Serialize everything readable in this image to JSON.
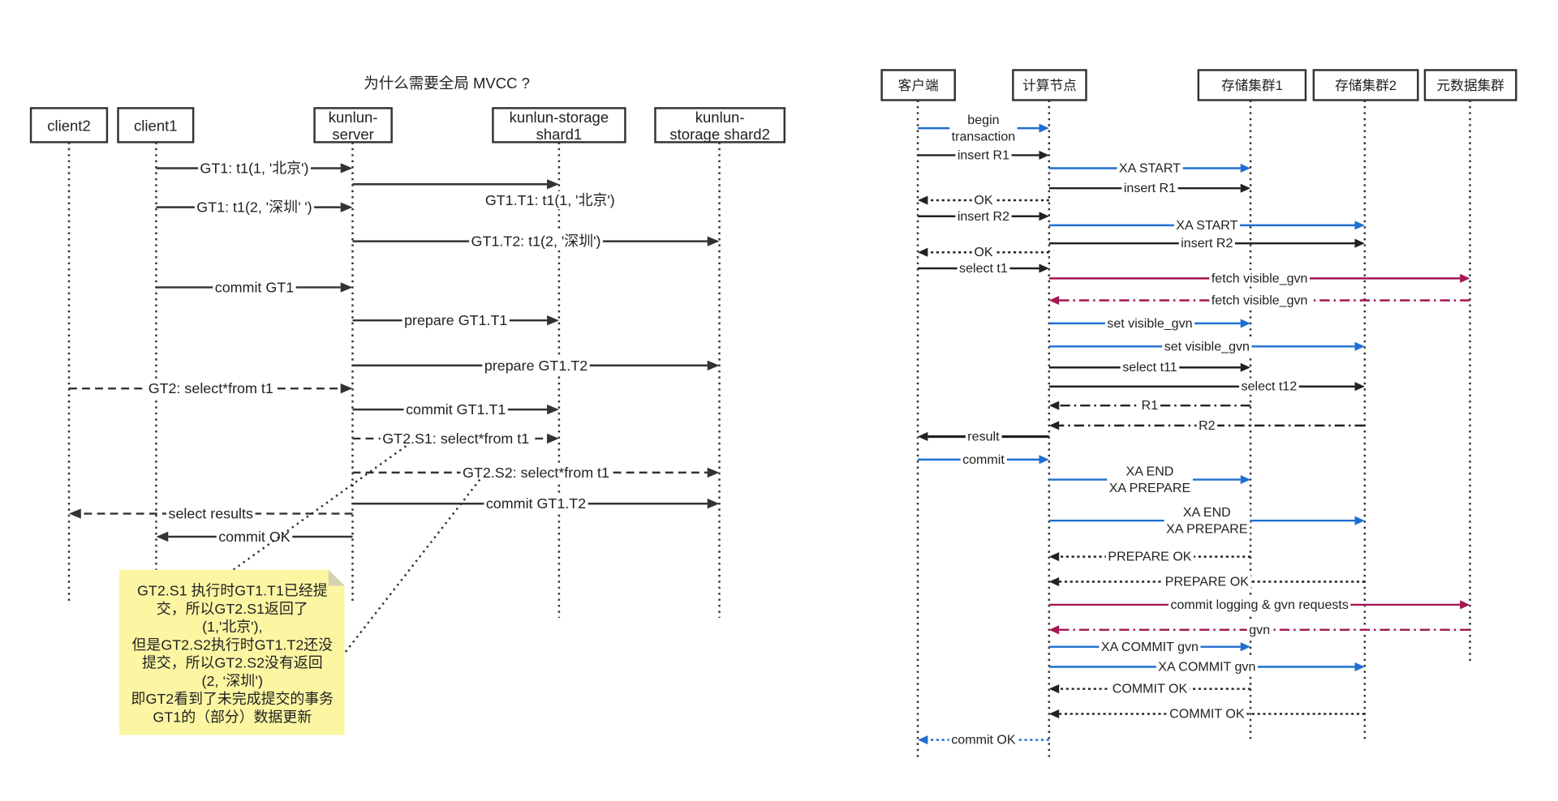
{
  "left_diagram": {
    "title": "为什么需要全局 MVCC ?",
    "line_color": "#333333",
    "participants": [
      {
        "label": [
          "client2"
        ]
      },
      {
        "label": [
          "client1"
        ]
      },
      {
        "label": [
          "kunlun-",
          "server"
        ]
      },
      {
        "label": [
          "kunlun-storage",
          "shard1"
        ]
      },
      {
        "label": [
          "kunlun-",
          "storage shard2"
        ]
      }
    ],
    "messages": [
      {
        "from": 1,
        "to": 2,
        "label": [
          "GT1: t1(1, '北京')"
        ]
      },
      {
        "from": 2,
        "to": 3,
        "label": [
          "GT1.T1: t1(1, '北京')"
        ]
      },
      {
        "from": 1,
        "to": 2,
        "label": [
          "GT1: t1(2, '深圳’  ')"
        ]
      },
      {
        "from": 2,
        "to": 4,
        "label": [
          "GT1.T2: t1(2, '深圳')"
        ]
      },
      {
        "from": 1,
        "to": 2,
        "label": [
          "commit GT1"
        ]
      },
      {
        "from": 2,
        "to": 3,
        "label": [
          "prepare GT1.T1"
        ]
      },
      {
        "from": 2,
        "to": 4,
        "label": [
          "prepare GT1.T2"
        ]
      },
      {
        "from": 0,
        "to": 2,
        "label": [
          "GT2:  select*from t1"
        ]
      },
      {
        "from": 2,
        "to": 3,
        "label": [
          "commit GT1.T1"
        ]
      },
      {
        "from": 2,
        "to": 3,
        "label": [
          "GT2.S1: select*from t1"
        ]
      },
      {
        "from": 2,
        "to": 4,
        "label": [
          "GT2.S2: select*from t1"
        ]
      },
      {
        "from": 2,
        "to": 4,
        "label": [
          "commit GT1.T2"
        ]
      },
      {
        "from": 2,
        "to": 0,
        "label": [
          "select results"
        ]
      },
      {
        "from": 2,
        "to": 1,
        "label": [
          "commit OK"
        ]
      }
    ],
    "note": {
      "fill": "#fcf6a3",
      "fold_fill": "#d4d1b0",
      "lines": [
        "GT2.S1 执行时GT1.T1已经提",
        "交，所以GT2.S1返回了",
        "(1,'北京'),",
        "但是GT2.S2执行时GT1.T2还没",
        "提交，所以GT2.S2没有返回",
        "(2, ‘深圳’)",
        "即GT2看到了未完成提交的事务",
        "GT1的（部分）数据更新"
      ]
    }
  },
  "right_diagram": {
    "line_color": "#222222",
    "participants": [
      {
        "label": [
          "客户端"
        ]
      },
      {
        "label": [
          "计算节点"
        ]
      },
      {
        "label": [
          "存储集群1"
        ]
      },
      {
        "label": [
          "存储集群2"
        ]
      },
      {
        "label": [
          "元数据集群"
        ]
      }
    ],
    "messages": [
      {
        "from": 0,
        "to": 1,
        "label": [
          "begin",
          "transaction"
        ],
        "color": "#1f6fd1"
      },
      {
        "from": 0,
        "to": 1,
        "label": [
          "insert R1"
        ],
        "color": "#222222"
      },
      {
        "from": 1,
        "to": 2,
        "label": [
          "XA START"
        ],
        "color": "#1f6fd1"
      },
      {
        "from": 1,
        "to": 2,
        "label": [
          "insert R1"
        ],
        "color": "#222222"
      },
      {
        "from": 1,
        "to": 0,
        "label": [
          "OK"
        ],
        "color": "#222222"
      },
      {
        "from": 0,
        "to": 1,
        "label": [
          "insert R2"
        ],
        "color": "#222222"
      },
      {
        "from": 1,
        "to": 3,
        "label": [
          "XA START"
        ],
        "color": "#1f6fd1"
      },
      {
        "from": 1,
        "to": 3,
        "label": [
          "insert R2"
        ],
        "color": "#222222"
      },
      {
        "from": 1,
        "to": 0,
        "label": [
          "OK"
        ],
        "color": "#222222"
      },
      {
        "from": 0,
        "to": 1,
        "label": [
          "select t1"
        ],
        "color": "#222222"
      },
      {
        "from": 1,
        "to": 4,
        "label": [
          "fetch visible_gvn"
        ],
        "color": "#a31552"
      },
      {
        "from": 4,
        "to": 1,
        "label": [
          "fetch visible_gvn"
        ],
        "color": "#a31552"
      },
      {
        "from": 1,
        "to": 2,
        "label": [
          "set visible_gvn"
        ],
        "color": "#1f6fd1"
      },
      {
        "from": 1,
        "to": 3,
        "label": [
          "set visible_gvn"
        ],
        "color": "#1f6fd1"
      },
      {
        "from": 1,
        "to": 2,
        "label": [
          "select t11"
        ],
        "color": "#222222"
      },
      {
        "from": 1,
        "to": 3,
        "label": [
          "select t12"
        ],
        "color": "#222222"
      },
      {
        "from": 2,
        "to": 1,
        "label": [
          "R1"
        ],
        "color": "#222222"
      },
      {
        "from": 3,
        "to": 1,
        "label": [
          "R2"
        ],
        "color": "#222222"
      },
      {
        "from": 1,
        "to": 0,
        "label": [
          "result"
        ],
        "color": "#222222"
      },
      {
        "from": 0,
        "to": 1,
        "label": [
          "commit"
        ],
        "color": "#1f6fd1"
      },
      {
        "from": 1,
        "to": 2,
        "label": [
          "XA END",
          "XA PREPARE"
        ],
        "color": "#1f6fd1"
      },
      {
        "from": 1,
        "to": 3,
        "label": [
          "XA END",
          "XA PREPARE"
        ],
        "color": "#1f6fd1"
      },
      {
        "from": 2,
        "to": 1,
        "label": [
          "PREPARE OK"
        ],
        "color": "#222222"
      },
      {
        "from": 3,
        "to": 1,
        "label": [
          "PREPARE OK"
        ],
        "color": "#222222"
      },
      {
        "from": 1,
        "to": 4,
        "label": [
          "commit logging & gvn requests"
        ],
        "color": "#a31552"
      },
      {
        "from": 4,
        "to": 1,
        "label": [
          "gvn"
        ],
        "color": "#a31552"
      },
      {
        "from": 1,
        "to": 2,
        "label": [
          "XA COMMIT gvn"
        ],
        "color": "#1f6fd1"
      },
      {
        "from": 1,
        "to": 3,
        "label": [
          "XA COMMIT gvn"
        ],
        "color": "#1f6fd1"
      },
      {
        "from": 2,
        "to": 1,
        "label": [
          "COMMIT OK"
        ],
        "color": "#222222"
      },
      {
        "from": 3,
        "to": 1,
        "label": [
          "COMMIT OK"
        ],
        "color": "#222222"
      },
      {
        "from": 1,
        "to": 0,
        "label": [
          "commit OK"
        ],
        "color": "#1f6fd1"
      }
    ]
  }
}
